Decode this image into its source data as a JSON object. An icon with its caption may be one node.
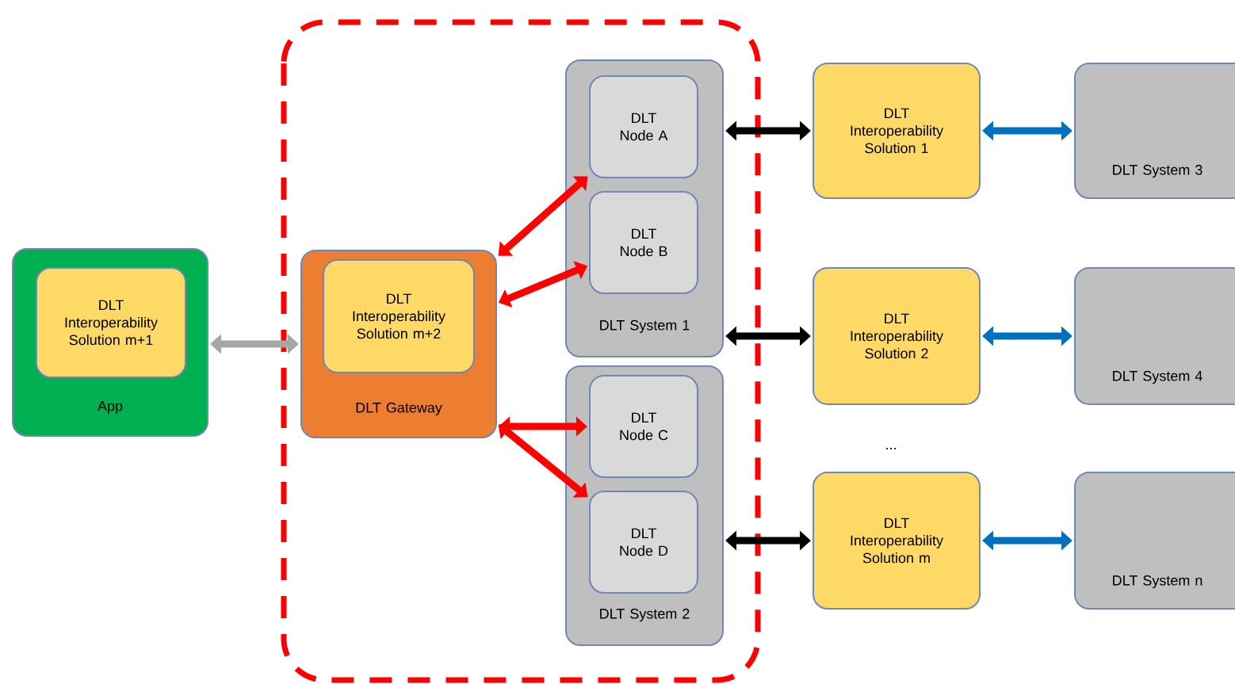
{
  "diagram": {
    "nodes": [
      {
        "text": [
          "App"
        ]
      },
      {
        "text": [
          "DLT Interoperability Solution m+1"
        ],
        "in": 0
      },
      {
        "text": [
          "DLT Gateway"
        ]
      },
      {
        "text": [
          "DLT Interoperability Solution m+2"
        ],
        "in": 2
      },
      {
        "text": [
          "DLT System 1"
        ]
      },
      {
        "text": [
          "DLT Node A"
        ],
        "in": 4
      },
      {
        "text": [
          "DLT Node B"
        ],
        "in": 4
      },
      {
        "text": [
          "DLT System 2"
        ]
      },
      {
        "text": [
          "DLT Node C"
        ],
        "in": 7
      },
      {
        "text": [
          "DLT Node D"
        ],
        "in": 7
      },
      {
        "text": [
          "DLT Interoperability Solution 1"
        ]
      },
      {
        "text": [
          "DLT Interoperability Solution 2"
        ]
      },
      {
        "text": [
          "DLT Interoperability Solution m"
        ]
      },
      {
        "text": [
          "DLT System 3"
        ]
      },
      {
        "text": [
          "DLT System 4"
        ]
      },
      {
        "text": [
          "DLT System n"
        ]
      }
    ],
    "edges": [
      {
        "from": 0,
        "to": 2,
        "arrow": "both",
        "color": "#a6a6a6"
      },
      {
        "from": 2,
        "to": 5,
        "arrow": "both"
      },
      {
        "from": 2,
        "to": 6,
        "arrow": "both"
      },
      {
        "from": 2,
        "to": 8,
        "arrow": "both"
      },
      {
        "from": 2,
        "to": 9,
        "arrow": "both"
      },
      {
        "from": 4,
        "to": 10,
        "arrow": "both",
        "color": "#000000"
      },
      {
        "from": 4,
        "to": 11,
        "arrow": "both",
        "color": "#000000"
      },
      {
        "from": 7,
        "to": 12,
        "arrow": "both",
        "color": "#000000"
      },
      {
        "from": 10,
        "to": 13,
        "arrow": "both",
        "color": "#0070c0"
      },
      {
        "from": 11,
        "to": 14,
        "arrow": "both",
        "color": "#0070c0"
      },
      {
        "from": 12,
        "to": 15,
        "arrow": "both",
        "color": "#0070c0"
      }
    ],
    "labels": [
      "..."
    ]
  }
}
